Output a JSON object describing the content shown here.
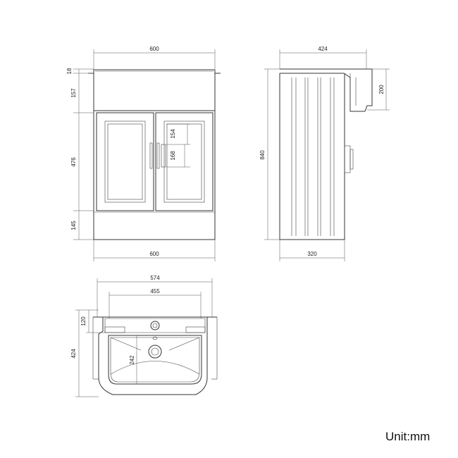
{
  "units": {
    "label": "Unit:mm"
  },
  "front_view": {
    "width_top": "600",
    "width_bottom": "600",
    "heights": [
      "18",
      "157",
      "476",
      "145"
    ],
    "door_dims": [
      "154",
      "168"
    ]
  },
  "side_view": {
    "depth_top": "424",
    "depth_bottom": "320",
    "height": "840",
    "basin_height": "200"
  },
  "plan_view": {
    "outer_width": "574",
    "inner_width": "455",
    "depth": "424",
    "rear_ledge": "120",
    "bowl_depth": "242"
  }
}
